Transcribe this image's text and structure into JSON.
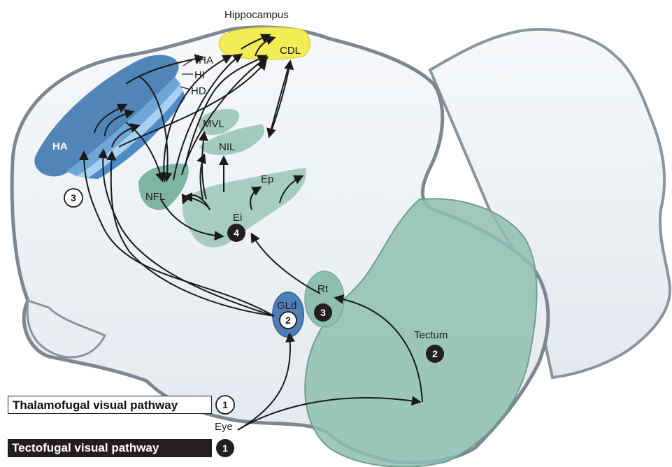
{
  "regions": {
    "hippocampus": "Hippocampus",
    "cdl": "CDL",
    "iha": "IHA",
    "hi": "HI",
    "hd": "HD",
    "ha": "HA",
    "mvl": "MVL",
    "nil": "NIL",
    "ep": "Ep",
    "nfl": "NFL",
    "ei": "Ei",
    "rt": "Rt",
    "gld": "GLd",
    "tectum": "Tectum",
    "eye": "Eye"
  },
  "markers": {
    "ha_stage": "3",
    "ei_stage": "4",
    "rt_stage": "3",
    "gld_stage": "2",
    "tectum_stage": "2"
  },
  "legend": {
    "thalamofugal": {
      "label": "Thalamofugal visual pathway",
      "marker": "1"
    },
    "tectofugal": {
      "label": "Tectofugal visual pathway",
      "marker": "1"
    }
  },
  "colors": {
    "brain": "#eef2f6",
    "brain_outline": "#7d8791",
    "nucleus_teal": "#8fbfb0",
    "hyperpallium_blue": "#3f79b0",
    "hippocampus_yellow": "#f2ec55",
    "gld_blue": "#4f7fb8",
    "thalamofugal_marker": "#ffffff",
    "tectofugal_marker": "#231f20"
  }
}
